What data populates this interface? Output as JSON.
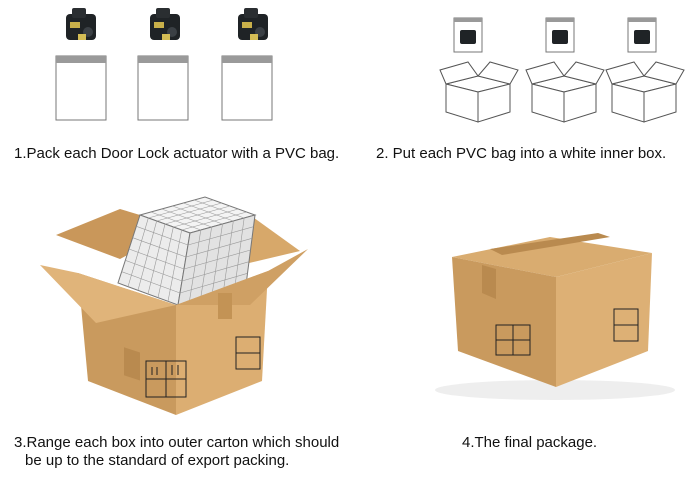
{
  "steps": [
    {
      "caption": "1.Pack each Door Lock actuator with a PVC bag.",
      "items": [
        "door-lock-actuator",
        "pvc-bag"
      ]
    },
    {
      "caption": "2. Put each PVC bag into a white inner box.",
      "items": [
        "pvc-bag",
        "white-inner-box"
      ]
    },
    {
      "caption_line1": "3.Range each box into outer carton which should",
      "caption_line2": "be up to the standard of export packing.",
      "items": [
        "open-carton",
        "inner-boxes-stack"
      ]
    },
    {
      "caption": "4.The final package.",
      "items": [
        "sealed-carton"
      ]
    }
  ],
  "colors": {
    "cardboard": "#d2a062",
    "cardboard_dark": "#b7864c",
    "cardboard_light": "#e3b97f",
    "tape": "#b98a4f",
    "bag_border": "#777777",
    "box_outline": "#555555"
  }
}
